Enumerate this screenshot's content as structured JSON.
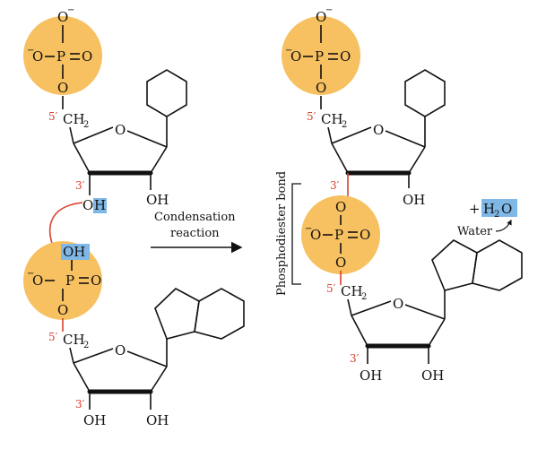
{
  "atoms": {
    "oxygen": "O",
    "phosphorus": "P",
    "hydroxyl": "OH",
    "carbon_h": "CH",
    "sub_two": "2",
    "minus": "−"
  },
  "positions": {
    "five_prime": "5′",
    "three_prime": "3′"
  },
  "labels": {
    "condensation_line1": "Condensation",
    "condensation_line2": "reaction",
    "phosphodiester_bond": "Phosphodiester bond",
    "water": "Water",
    "plus": "+",
    "water_h": "H",
    "water_o": "O"
  },
  "colors": {
    "phosphate_fill": "#f7c060",
    "highlight_blue": "#7fb8e6",
    "red_accent": "#d9412b",
    "ink": "#111111"
  }
}
